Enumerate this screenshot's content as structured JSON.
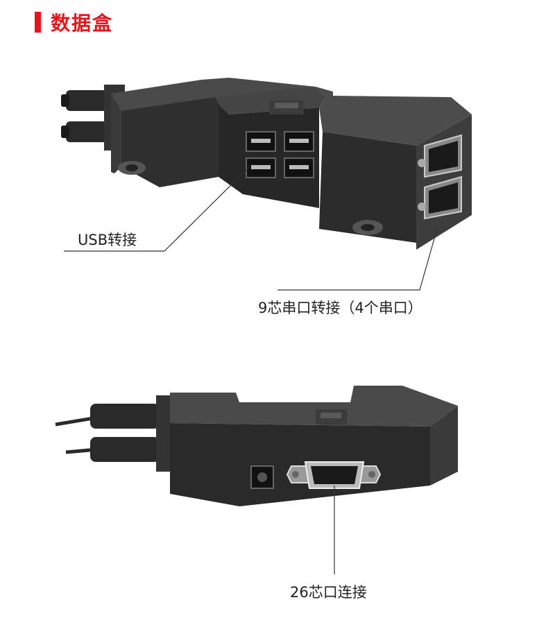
{
  "header": {
    "title": "数据盒"
  },
  "labels": {
    "usb": "USB转接",
    "serial": "9芯串口转接（4个串口）",
    "connector26": "26芯口连接"
  },
  "colors": {
    "accent": "#e8141c",
    "device_top": "#4a4a4a",
    "device_side": "#2f2f2f",
    "device_dark": "#222222",
    "leader_line": "#333333"
  }
}
